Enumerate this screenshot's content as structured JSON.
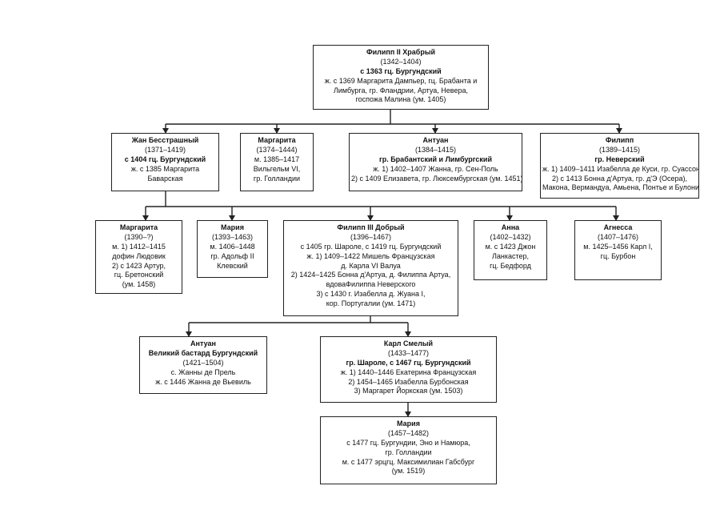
{
  "people": {
    "philip2": [
      "Филипп II Храбрый",
      "(1342–1404)",
      "с 1363 гц. Бургундский",
      "ж. с 1369 Маргарита Дампьер, гц. Брабанта и",
      "Лимбурга, гр. Фландрии, Артуа, Невера,",
      "госпожа Малина (ум. 1405)"
    ],
    "jean": [
      "Жан Бесстрашный",
      "(1371–1419)",
      "с 1404 гц. Бургундский",
      "ж. с 1385 Маргарита",
      "Баварская"
    ],
    "margarita1": [
      "Маргарита",
      "(1374–1444)",
      "м. 1385–1417",
      "Вильгельм VI,",
      "гр. Голландии"
    ],
    "antoine1": [
      "Антуан",
      "(1384–1415)",
      "гр. Брабантский и Лимбургский",
      "ж. 1) 1402–1407 Жанна, гр. Сен-Поль",
      "2) с 1409 Елизавета, гр. Люксембургская (ум. 1451)"
    ],
    "philip_nevers": [
      "Филипп",
      "(1389–1415)",
      "гр. Неверский",
      "ж. 1) 1409–1411 Изабелла де Куси, гр. Суассон",
      "2) с 1413 Бонна д'Артуа, гр. д'Э (Осера),",
      "Макона, Вермандуа, Амьена, Понтье и Булони"
    ],
    "margarita2": [
      "Маргарита",
      "(1390–?)",
      "м. 1) 1412–1415",
      "дофин Людовик",
      "2) с 1423 Артур,",
      "гц. Бретонский",
      "(ум. 1458)"
    ],
    "maria1": [
      "Мария",
      "(1393–1463)",
      "м. 1406–1448",
      "гр. Адольф II",
      "Клевский"
    ],
    "philip3": [
      "Филипп III Добрый",
      "(1396–1467)",
      "с 1405 гр. Шароле, с 1419 гц. Бургундский",
      "ж. 1) 1409–1422 Мишель Французская",
      "д. Карла VI Валуа",
      "2) 1424–1425 Бонна д'Артуа, д. Филиппа Артуа,",
      "вдоваФилиппа Неверского",
      "3) с 1430 г. Изабелла д. Жуана I,",
      "кор. Португалии (ум. 1471)"
    ],
    "anna": [
      "Анна",
      "(1402–1432)",
      "м. с 1423 Джон",
      "Ланкастер,",
      "гц. Бедфорд"
    ],
    "agnes": [
      "Агнесса",
      "(1407–1476)",
      "м. 1425–1456 Карл I,",
      "гц. Бурбон"
    ],
    "antoine2": [
      "Антуан",
      "Великий бастард Бургундский",
      "(1421–1504)",
      "с. Жанны де Прель",
      "ж. с 1446 Жанна де Вьевиль"
    ],
    "charles": [
      "Карл Смелый",
      "(1433–1477)",
      "гр. Шароле, с 1467 гц. Бургундский",
      "ж. 1) 1440–1446 Екатерина Французская",
      "2) 1454–1465 Изабелла Бурбонская",
      "3) Маргарет Йоркская (ум. 1503)"
    ],
    "maria2": [
      "Мария",
      "(1457–1482)",
      "с 1477 гц. Бургундии, Эно и Намюра,",
      "гр. Голландии",
      "м. с 1477 эрцгц. Максимилиан Габсбург",
      "(ум. 1519)"
    ]
  }
}
